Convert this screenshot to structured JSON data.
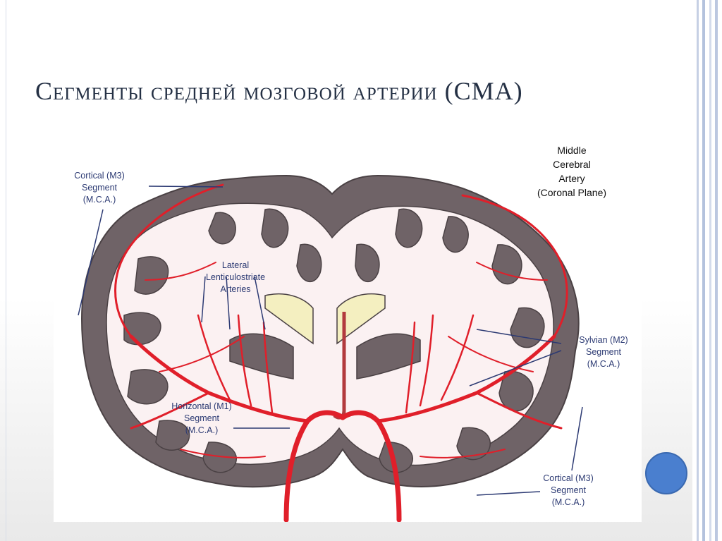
{
  "slide": {
    "title": "Сегменты средней мозговой артерии (СМА)"
  },
  "diagram": {
    "caption": [
      "Middle",
      "Cerebral",
      "Artery",
      "(Coronal Plane)"
    ],
    "labels": {
      "cortical_top": [
        "Cortical (M3)",
        "Segment",
        "(M.C.A.)"
      ],
      "lateral_lenticulostriate": [
        "Lateral",
        "Lenticulostriate",
        "Arteries"
      ],
      "sylvian": [
        "Sylvian (M2)",
        "Segment",
        "(M.C.A.)"
      ],
      "horizontal": [
        "Horizontal (M1)",
        "Segment",
        "(M.C.A.)"
      ],
      "cortical_bottom": [
        "Cortical (M3)",
        "Segment",
        "(M.C.A.)"
      ]
    },
    "colors": {
      "gray_matter": "#6f6367",
      "white_matter": "#fbf1f2",
      "artery": "#e01f2a",
      "ventricle": "#f4efc0",
      "label_text": "#2c3a73"
    }
  }
}
